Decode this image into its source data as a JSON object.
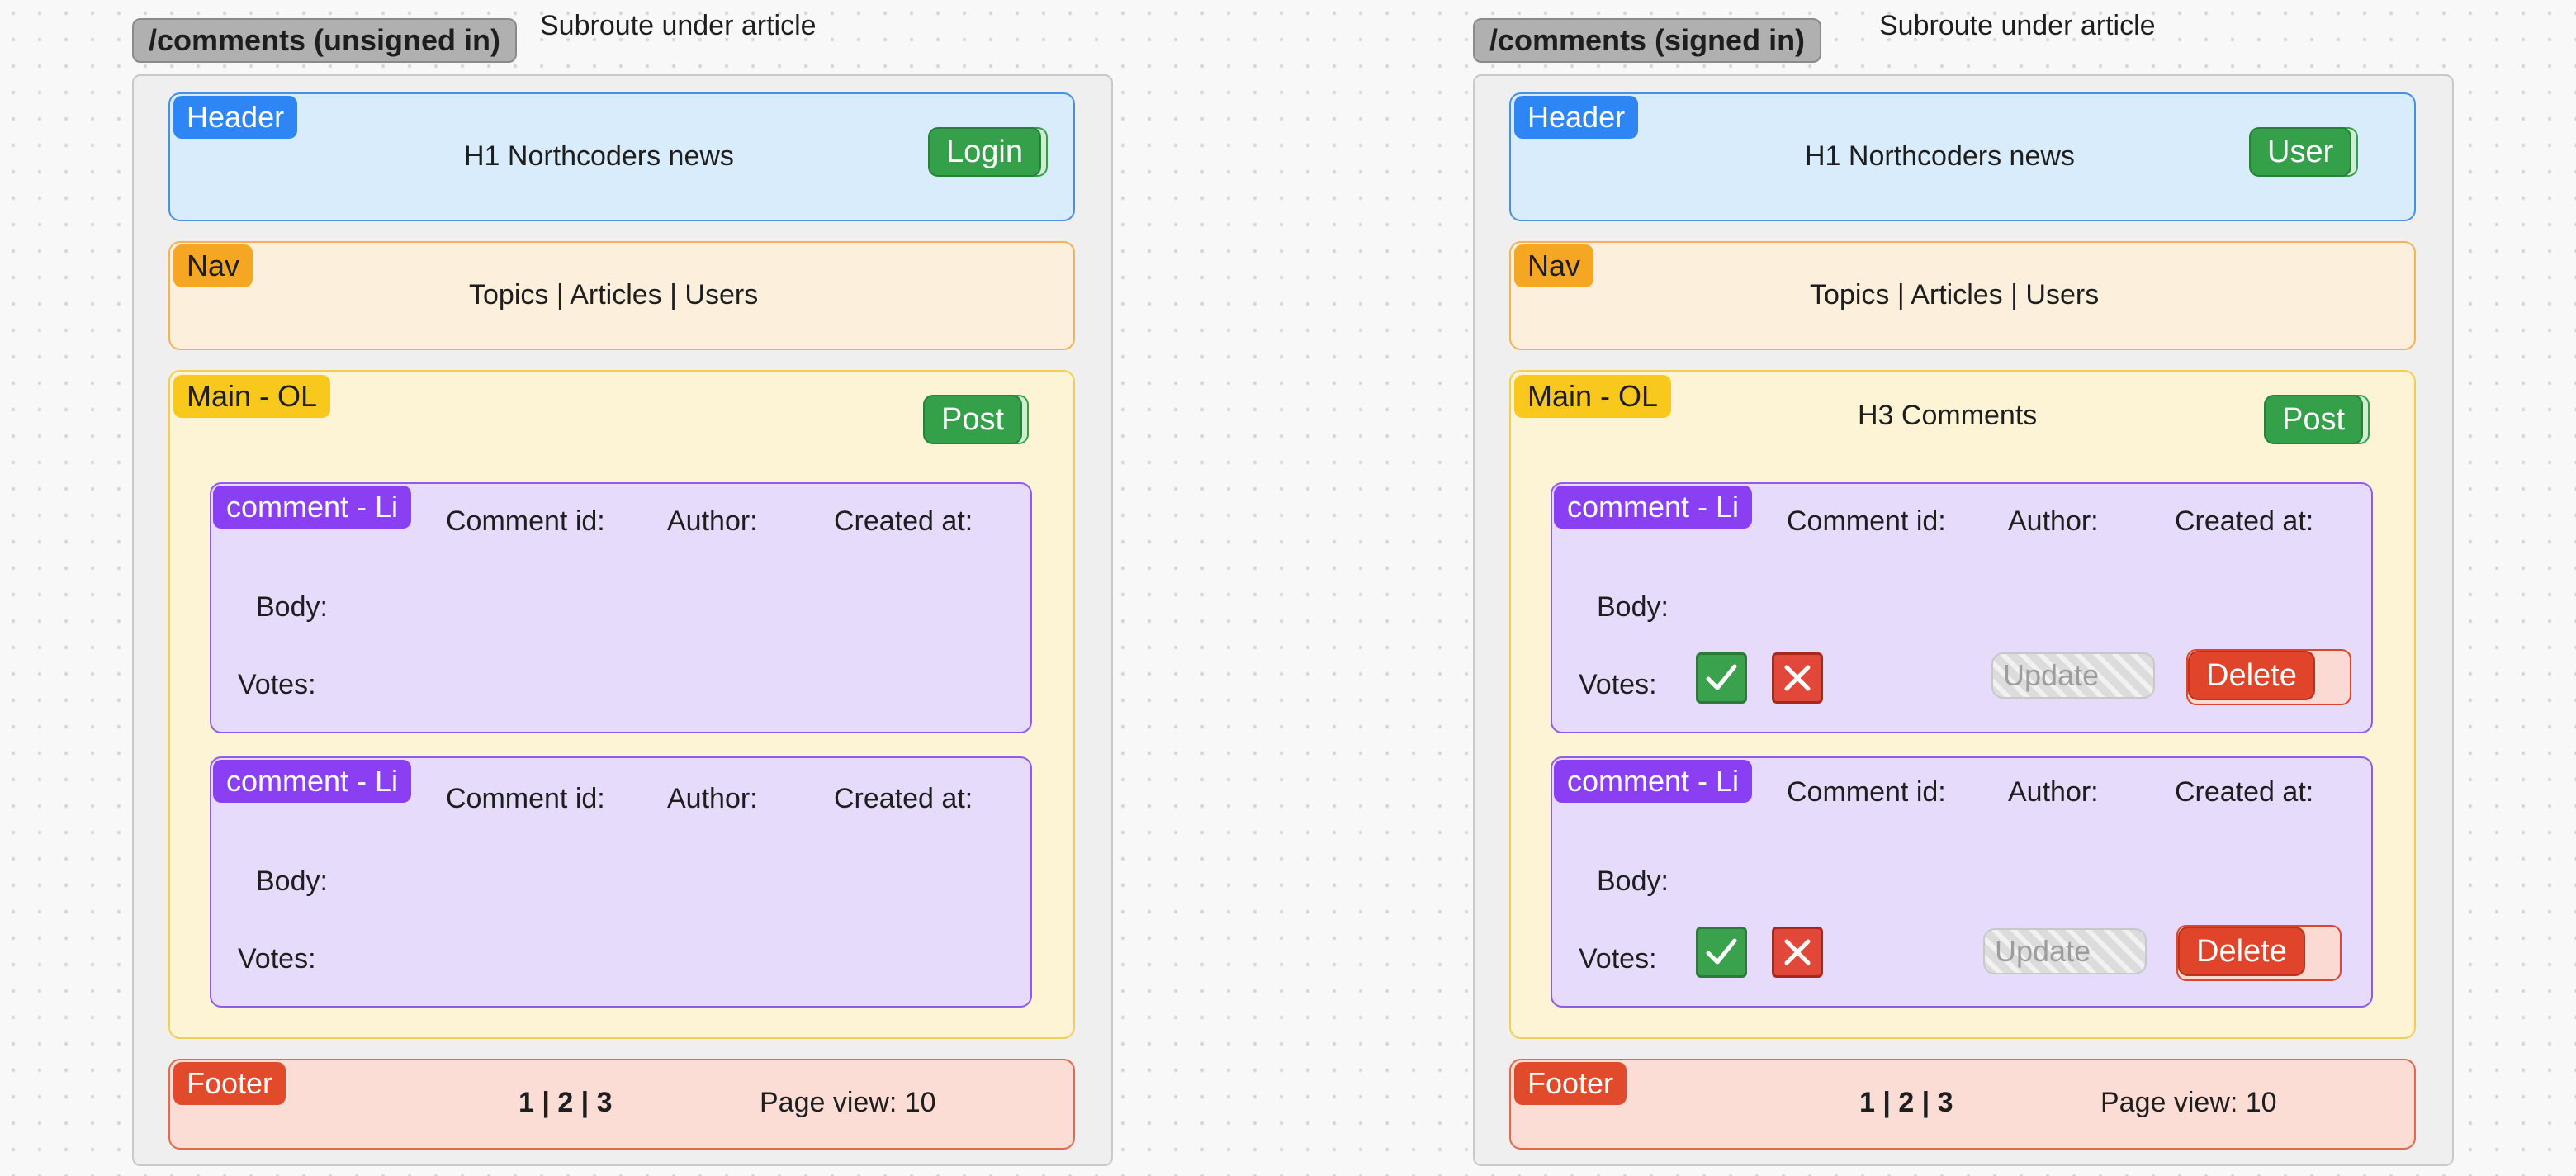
{
  "panels": [
    {
      "title": "/comments (unsigned in)",
      "subtitle": "Subroute under article",
      "header": {
        "label": "Header",
        "heading": "H1 Northcoders news",
        "button": "Login"
      },
      "nav": {
        "label": "Nav",
        "links": "Topics | Articles | Users"
      },
      "main": {
        "label": "Main - OL",
        "heading": "",
        "post_button": "Post",
        "items": [
          {
            "label": "comment - Li",
            "comment_id": "Comment id:",
            "author": "Author:",
            "created_at": "Created at:",
            "body": "Body:",
            "votes": "Votes:"
          },
          {
            "label": "comment - Li",
            "comment_id": "Comment id:",
            "author": "Author:",
            "created_at": "Created at:",
            "body": "Body:",
            "votes": "Votes:"
          }
        ]
      },
      "footer": {
        "label": "Footer",
        "pagination": "1 | 2 | 3",
        "page_view": "Page view: 10"
      }
    },
    {
      "title": "/comments (signed in)",
      "subtitle": "Subroute under article",
      "header": {
        "label": "Header",
        "heading": "H1 Northcoders news",
        "button": "User"
      },
      "nav": {
        "label": "Nav",
        "links": "Topics | Articles | Users"
      },
      "main": {
        "label": "Main - OL",
        "heading": "H3 Comments",
        "post_button": "Post",
        "items": [
          {
            "label": "comment - Li",
            "comment_id": "Comment id:",
            "author": "Author:",
            "created_at": "Created at:",
            "body": "Body:",
            "votes": "Votes:",
            "update": "Update",
            "delete": "Delete"
          },
          {
            "label": "comment - Li",
            "comment_id": "Comment id:",
            "author": "Author:",
            "created_at": "Created at:",
            "body": "Body:",
            "votes": "Votes:",
            "update": "Update",
            "delete": "Delete"
          }
        ]
      },
      "footer": {
        "label": "Footer",
        "pagination": "1 | 2 | 3",
        "page_view": "Page view: 10"
      }
    }
  ],
  "icons": {
    "upvote": "check-icon",
    "downvote": "x-icon"
  },
  "colors": {
    "header": "#2e86f5",
    "nav": "#f5a623",
    "main": "#f8c81c",
    "footer": "#e14b2c",
    "comment": "#8a3ff2",
    "button_green": "#35a04a",
    "button_red": "#e0442a"
  }
}
